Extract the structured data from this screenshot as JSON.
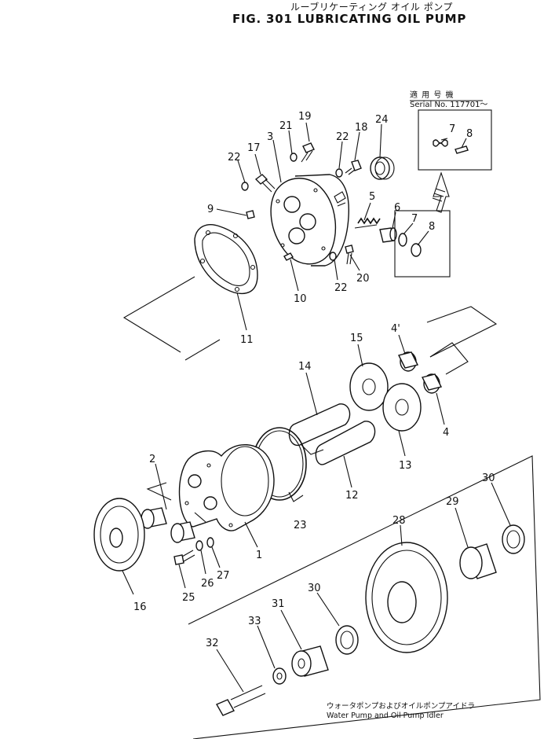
{
  "title": {
    "japanese": "ルーブリケーティング オイル ポンプ",
    "english": "FIG. 301   LUBRICATING OIL PUMP"
  },
  "serial_box": {
    "japanese": "適 用 号 機",
    "serial": "Serial No. 117701～"
  },
  "footer": {
    "japanese": "ウォータポンプおよびオイルポンプアイドラ",
    "english": "Water Pump and Oil Pump Idler"
  },
  "callouts": {
    "c1": "1",
    "c2": "2",
    "c3": "3",
    "c4a": "4",
    "c4b": "4'",
    "c5": "5",
    "c6": "6",
    "c7a": "7",
    "c7b": "7",
    "c8a": "8",
    "c8b": "8",
    "c9": "9",
    "c10": "10",
    "c11": "11",
    "c12": "12",
    "c13": "13",
    "c14": "14",
    "c15": "15",
    "c16": "16",
    "c17": "17",
    "c18": "18",
    "c19": "19",
    "c20": "20",
    "c21": "21",
    "c22a": "22",
    "c22b": "22",
    "c22c": "22",
    "c23": "23",
    "c24": "24",
    "c25": "25",
    "c26": "26",
    "c27": "27",
    "c28": "28",
    "c29": "29",
    "c30a": "30",
    "c30b": "30",
    "c31": "31",
    "c32": "32",
    "c33": "33"
  }
}
